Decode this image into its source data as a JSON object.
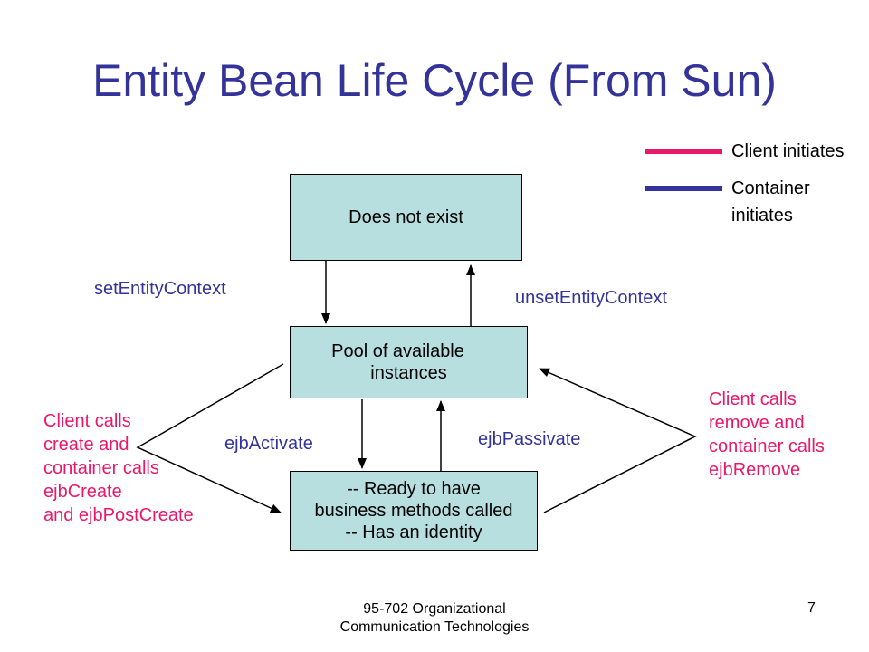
{
  "title": "Entity Bean Life Cycle (From Sun)",
  "legend": {
    "client_label": "Client initiates",
    "container_label_line1": "Container",
    "container_label_line2": "initiates",
    "client_color": "#e8186a",
    "container_color": "#333399"
  },
  "states": {
    "does_not_exist": "Does not exist",
    "pool_line1": "Pool of available",
    "pool_line2": "instances",
    "ready_line1": "-- Ready to have",
    "ready_line2": "business methods called",
    "ready_line3": "-- Has an identity"
  },
  "transitions": {
    "set_entity_context": "setEntityContext",
    "unset_entity_context": "unsetEntityContext",
    "ejb_activate": "ejbActivate",
    "ejb_passivate": "ejbPassivate",
    "create_lines": [
      "Client calls",
      "create and",
      "container calls",
      "ejbCreate",
      "and ejbPostCreate"
    ],
    "remove_lines": [
      "Client calls",
      "remove and",
      "container calls",
      "ejbRemove"
    ]
  },
  "footer": {
    "line1": "95-702 Organizational",
    "line2": "Communication Technologies",
    "page_number": "7"
  }
}
